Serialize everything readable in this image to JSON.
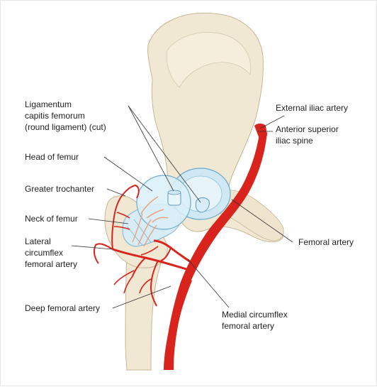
{
  "labels": {
    "lig_1": "Ligamentum",
    "lig_2": "capitis femorum",
    "lig_3": "(round ligament) (cut)",
    "head": "Head of femur",
    "greater_troch": "Greater trochanter",
    "neck": "Neck of femur",
    "lat_1": "Lateral",
    "lat_2": "circumflex",
    "lat_3": "femoral artery",
    "deep": "Deep femoral artery",
    "ext_iliac": "External iliac artery",
    "asis_1": "Anterior superior",
    "asis_2": "iliac spine",
    "femoral": "Femoral artery",
    "med_1": "Medial circumflex",
    "med_2": "femoral artery"
  },
  "colors": {
    "bone": "#f1e8d4",
    "bone_outline": "#c4b796",
    "cartilage": "#cfe8f3",
    "cartilage_outline": "#6aa9c8",
    "artery": "#d8241c",
    "ligament": "#e9a37c"
  }
}
